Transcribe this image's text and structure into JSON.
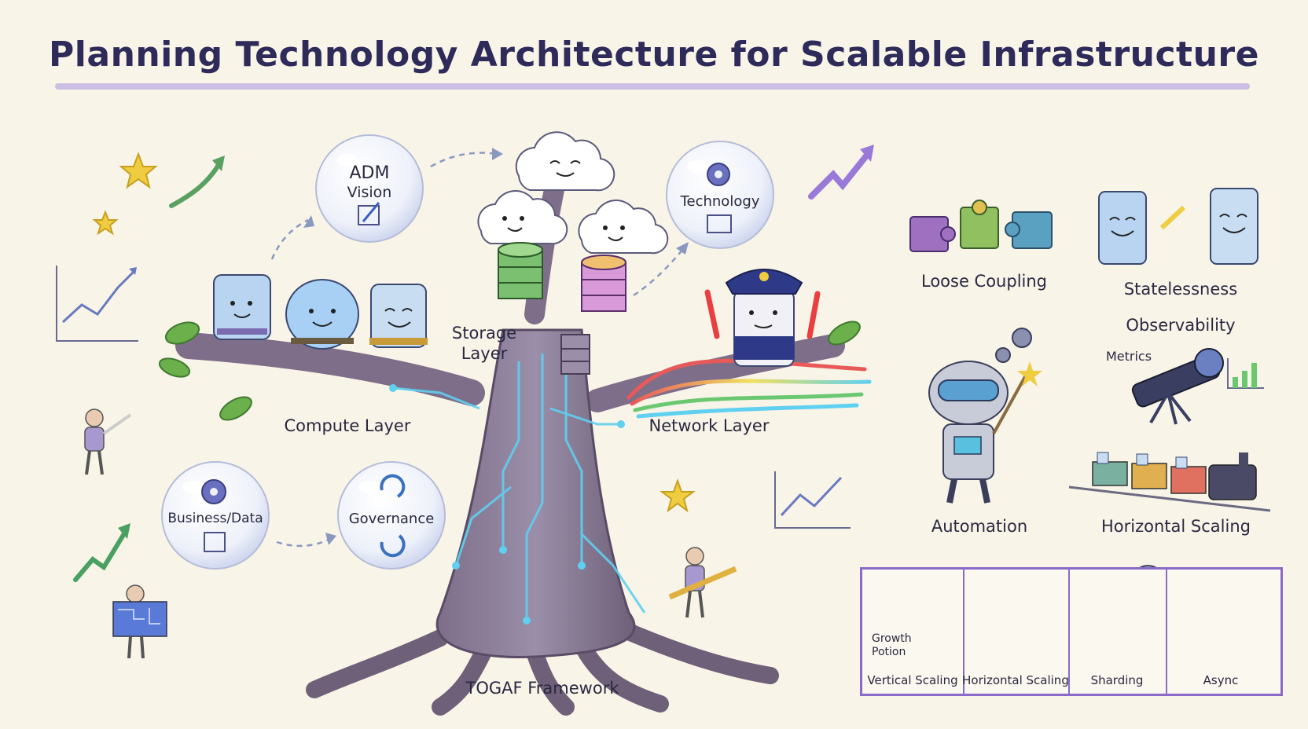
{
  "title": "Planning Technology Architecture for Scalable Infrastructure",
  "adm": {
    "vision": {
      "line1": "ADM",
      "line2": "Vision"
    },
    "technology": "Technology",
    "business_data": "Business/Data",
    "governance": "Governance"
  },
  "tree": {
    "storage": {
      "line1": "Storage",
      "line2": "Layer"
    },
    "compute": "Compute Layer",
    "network": "Network Layer",
    "framework": "TOGAF Framework"
  },
  "principles": {
    "loose_coupling": "Loose Coupling",
    "statelessness": "Statelessness",
    "observability": "Observability",
    "metrics": "Metrics",
    "automation": "Automation",
    "horizontal_scaling": "Horizontal Scaling"
  },
  "panel": {
    "growth_potion": {
      "line1": "Growth",
      "line2": "Potion"
    },
    "cells": [
      "Vertical Scaling",
      "Horizontal Scaling",
      "Sharding",
      "Async"
    ]
  },
  "colors": {
    "accent": "#8a6ac8",
    "circuit": "#5fd0f0",
    "server": "#b8d4f0",
    "leaf": "#6bb04a",
    "star": "#f0cc40"
  }
}
